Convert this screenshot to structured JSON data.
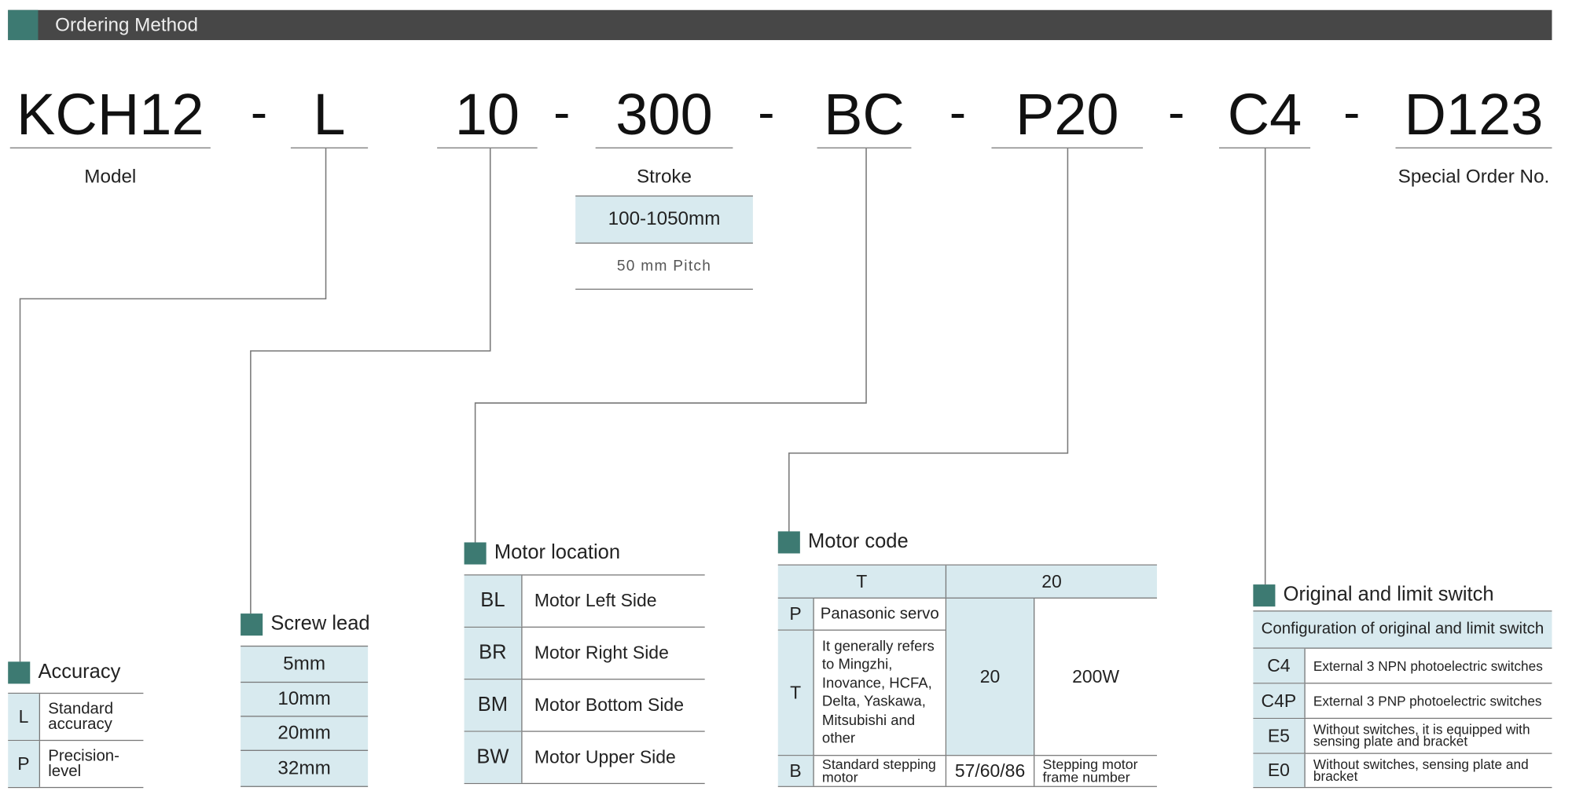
{
  "header": {
    "title": "Ordering Method"
  },
  "code": {
    "segments": [
      "KCH12",
      "L",
      "10",
      "300",
      "BC",
      "P20",
      "C4",
      "D123"
    ],
    "separator": "-"
  },
  "labels": {
    "model": "Model",
    "stroke": "Stroke",
    "special": "Special Order No."
  },
  "stroke": {
    "range": "100-1050mm",
    "pitch": "50 mm Pitch"
  },
  "accuracy": {
    "title": "Accuracy",
    "rows": [
      {
        "code": "L",
        "desc": "Standard accuracy"
      },
      {
        "code": "P",
        "desc": "Precision-level"
      }
    ]
  },
  "screw_lead": {
    "title": "Screw lead",
    "rows": [
      "5mm",
      "10mm",
      "20mm",
      "32mm"
    ]
  },
  "motor_location": {
    "title": "Motor location",
    "rows": [
      {
        "code": "BL",
        "desc": "Motor Left Side"
      },
      {
        "code": "BR",
        "desc": "Motor Right Side"
      },
      {
        "code": "BM",
        "desc": "Motor Bottom Side"
      },
      {
        "code": "BW",
        "desc": "Motor Upper Side"
      }
    ]
  },
  "motor_code": {
    "title": "Motor code",
    "head": [
      "T",
      "20"
    ],
    "p_code": "P",
    "p_desc": "Panasonic servo",
    "t_code": "T",
    "t_desc": "It generally refers to Mingzhi, Inovance, HCFA, Delta, Yaskawa, Mitsubishi and other",
    "power_code": "20",
    "power": "200W",
    "b_code": "B",
    "b_desc": "Standard stepping motor",
    "b_frame": "57/60/86",
    "b_frame_desc": "Stepping motor frame number"
  },
  "switch": {
    "title": "Original and limit switch",
    "head": "Configuration of original and limit switch",
    "rows": [
      {
        "code": "C4",
        "desc": "External 3 NPN photoelectric switches"
      },
      {
        "code": "C4P",
        "desc": "External 3 PNP photoelectric switches"
      },
      {
        "code": "E5",
        "desc": "Without switches, it is equipped with sensing plate and bracket"
      },
      {
        "code": "E0",
        "desc": "Without switches, sensing plate and bracket"
      }
    ]
  },
  "colors": {
    "accent": "#3d7a72",
    "header": "#474747",
    "cell": "#d8eaef"
  }
}
